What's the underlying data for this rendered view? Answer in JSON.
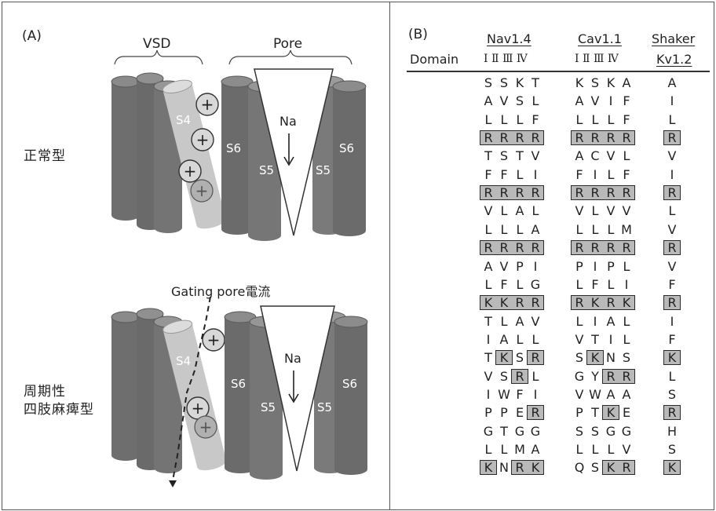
{
  "panel_a": {
    "label": "(A)",
    "vsd_label": "VSD",
    "pore_label": "Pore",
    "normal_label": "正常型",
    "mutant_label_line1": "周期性",
    "mutant_label_line2": "四肢麻痺型",
    "gating_pore_label": "Gating pore電流",
    "s4": "S4",
    "s5": "S5",
    "s6": "S6",
    "na": "Na",
    "plus": "+"
  },
  "panel_b": {
    "label": "(B)",
    "domain_label": "Domain",
    "headers": [
      {
        "name": "Nav1.4",
        "domains": "I Ⅱ Ⅲ Ⅳ"
      },
      {
        "name": "Cav1.1",
        "domains": "I Ⅱ Ⅲ Ⅳ"
      },
      {
        "name_line1": "Shaker",
        "name_line2": "Kv1.2"
      }
    ],
    "rows": [
      {
        "nav": [
          "S",
          "S",
          "K",
          "T"
        ],
        "cav": [
          "K",
          "S",
          "K",
          "A"
        ],
        "kv": "A"
      },
      {
        "nav": [
          "A",
          "V",
          "S",
          "L"
        ],
        "cav": [
          "A",
          "V",
          "I",
          "F"
        ],
        "kv": "I"
      },
      {
        "nav": [
          "L",
          "L",
          "L",
          "F"
        ],
        "cav": [
          "L",
          "L",
          "L",
          "F"
        ],
        "kv": "L"
      },
      {
        "nav": [
          "R",
          "R",
          "R",
          "R"
        ],
        "cav": [
          "R",
          "R",
          "R",
          "R"
        ],
        "kv": "R",
        "nav_box": [
          [
            0,
            3
          ]
        ],
        "cav_box": [
          [
            0,
            3
          ]
        ],
        "kv_box": true
      },
      {
        "nav": [
          "T",
          "S",
          "T",
          "V"
        ],
        "cav": [
          "A",
          "C",
          "V",
          "L"
        ],
        "kv": "V"
      },
      {
        "nav": [
          "F",
          "F",
          "L",
          "I"
        ],
        "cav": [
          "F",
          "I",
          "L",
          "F"
        ],
        "kv": "I"
      },
      {
        "nav": [
          "R",
          "R",
          "R",
          "R"
        ],
        "cav": [
          "R",
          "R",
          "R",
          "R"
        ],
        "kv": "R",
        "nav_box": [
          [
            0,
            3
          ]
        ],
        "cav_box": [
          [
            0,
            3
          ]
        ],
        "kv_box": true
      },
      {
        "nav": [
          "V",
          "L",
          "A",
          "L"
        ],
        "cav": [
          "V",
          "L",
          "V",
          "V"
        ],
        "kv": "L"
      },
      {
        "nav": [
          "L",
          "L",
          "L",
          "A"
        ],
        "cav": [
          "L",
          "L",
          "L",
          "M"
        ],
        "kv": "V"
      },
      {
        "nav": [
          "R",
          "R",
          "R",
          "R"
        ],
        "cav": [
          "R",
          "R",
          "R",
          "R"
        ],
        "kv": "R",
        "nav_box": [
          [
            0,
            3
          ]
        ],
        "cav_box": [
          [
            0,
            3
          ]
        ],
        "kv_box": true
      },
      {
        "nav": [
          "A",
          "V",
          "P",
          "I"
        ],
        "cav": [
          "P",
          "I",
          "P",
          "L"
        ],
        "kv": "V"
      },
      {
        "nav": [
          "L",
          "F",
          "L",
          "G"
        ],
        "cav": [
          "L",
          "F",
          "L",
          "I"
        ],
        "kv": "F"
      },
      {
        "nav": [
          "K",
          "K",
          "R",
          "R"
        ],
        "cav": [
          "R",
          "K",
          "R",
          "K"
        ],
        "kv": "R",
        "nav_box": [
          [
            0,
            3
          ]
        ],
        "cav_box": [
          [
            0,
            3
          ]
        ],
        "kv_box": true
      },
      {
        "nav": [
          "T",
          "L",
          "A",
          "V"
        ],
        "cav": [
          "L",
          "I",
          "A",
          "L"
        ],
        "kv": "I"
      },
      {
        "nav": [
          "I",
          "A",
          "L",
          "L"
        ],
        "cav": [
          "V",
          "T",
          "I",
          "L"
        ],
        "kv": "F"
      },
      {
        "nav": [
          "T",
          "K",
          "S",
          "R"
        ],
        "cav": [
          "S",
          "K",
          "N",
          "S"
        ],
        "kv": "K",
        "nav_box": [
          [
            1,
            1
          ],
          [
            3,
            3
          ]
        ],
        "cav_box": [
          [
            1,
            1
          ]
        ],
        "kv_box": true
      },
      {
        "nav": [
          "V",
          "S",
          "R",
          "L"
        ],
        "cav": [
          "G",
          "Y",
          "R",
          "R"
        ],
        "kv": "L",
        "nav_box": [
          [
            2,
            2
          ]
        ],
        "cav_box": [
          [
            2,
            3
          ]
        ]
      },
      {
        "nav": [
          "I",
          "W",
          "F",
          "I"
        ],
        "cav": [
          "V",
          "W",
          "A",
          "A"
        ],
        "kv": "S"
      },
      {
        "nav": [
          "P",
          "P",
          "E",
          "R"
        ],
        "cav": [
          "P",
          "T",
          "K",
          "E"
        ],
        "kv": "R",
        "nav_box": [
          [
            3,
            3
          ]
        ],
        "cav_box": [
          [
            2,
            2
          ]
        ],
        "kv_box": true
      },
      {
        "nav": [
          "G",
          "T",
          "G",
          "G"
        ],
        "cav": [
          "S",
          "S",
          "G",
          "G"
        ],
        "kv": "H"
      },
      {
        "nav": [
          "L",
          "L",
          "M",
          "A"
        ],
        "cav": [
          "L",
          "L",
          "L",
          "V"
        ],
        "kv": "S"
      },
      {
        "nav": [
          "K",
          "N",
          "R",
          "K"
        ],
        "cav": [
          "Q",
          "S",
          "K",
          "R"
        ],
        "kv": "K",
        "nav_box": [
          [
            0,
            0
          ],
          [
            2,
            3
          ]
        ],
        "cav_box": [
          [
            2,
            3
          ]
        ],
        "kv_box": true
      }
    ]
  },
  "colors": {
    "helix_dark": "#6e6e6e",
    "helix_s4": "#c8c8c8",
    "box_fill": "#b9b9b9"
  }
}
